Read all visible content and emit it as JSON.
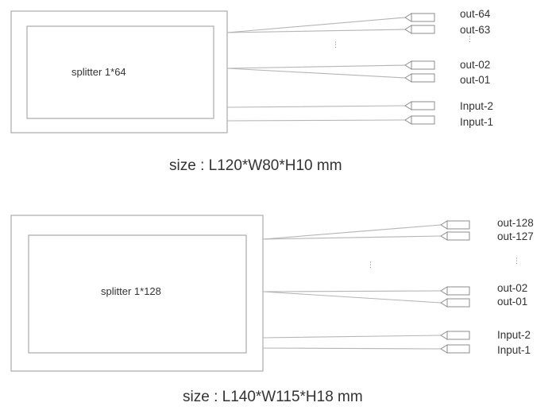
{
  "diagram_1": {
    "title": "splitter 1*64",
    "ports": [
      "out-64",
      "out-63",
      "out-02",
      "out-01",
      "Input-2",
      "Input-1"
    ],
    "size": "size : L120*W80*H10 mm"
  },
  "diagram_2": {
    "title": "splitter 1*128",
    "ports": [
      "out-128",
      "out-127",
      "out-02",
      "out-01",
      "Input-2",
      "Input-1"
    ],
    "size": "size : L140*W115*H18 mm"
  }
}
